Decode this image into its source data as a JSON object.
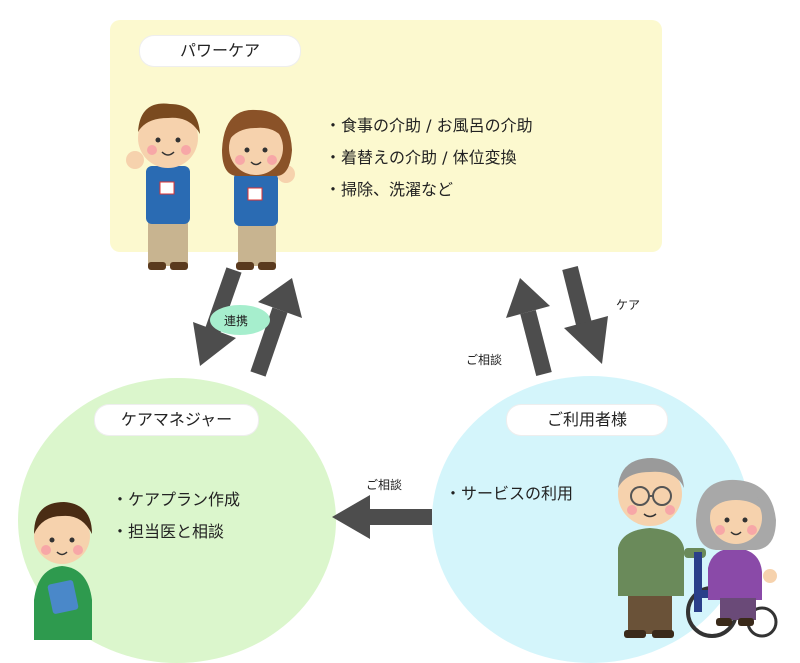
{
  "provider": {
    "title": "パワーケア",
    "services": [
      "食事の介助 / お風呂の介助",
      "着替えの介助 / 体位変換",
      "掃除、洗濯など"
    ]
  },
  "care_manager": {
    "title": "ケアマネジャー",
    "services": [
      "ケアプラン作成",
      "担当医と相談"
    ]
  },
  "user": {
    "title": "ご利用者様",
    "services": [
      "サービスの利用"
    ]
  },
  "arrows": {
    "coordination": "連携",
    "consult_user_to_provider": "ご相談",
    "care_provider_to_user": "ケア",
    "consult_user_to_manager": "ご相談"
  },
  "colors": {
    "provider_bg": "#fcf9cf",
    "manager_bg": "#dbf6cc",
    "user_bg": "#d4f5fb",
    "arrow": "#4d4d4d",
    "coordination_badge": "#a6eecd"
  }
}
